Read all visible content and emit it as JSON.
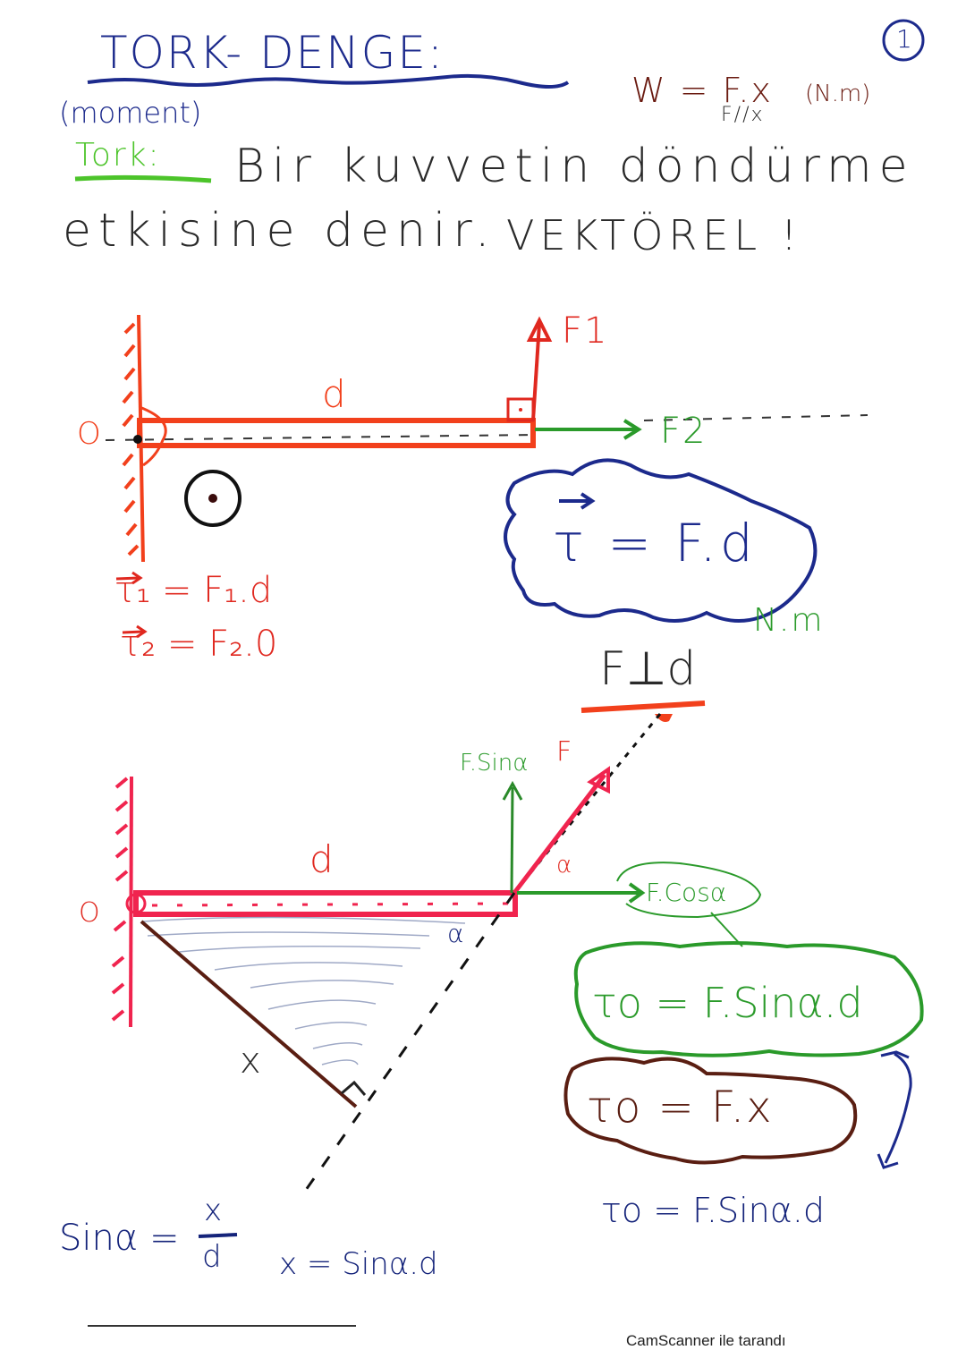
{
  "page": {
    "number": "1",
    "title": "TORK- DENGE:",
    "subtitle": "(moment)",
    "work_formula": {
      "lhs": "W = F.x",
      "unit": "(N.m)",
      "condition": "F//x"
    },
    "definition": {
      "term": "Tork:",
      "line1": "Bir kuvvetin döndürme",
      "line2": "etkisine denir.",
      "emphasis": "VEKTÖREL !"
    }
  },
  "diagram1": {
    "pivot_label": "O",
    "length_label": "d",
    "force1_label": "F1",
    "force2_label": "F2",
    "rotation_symbol": "⊙",
    "eq1": "τ₁ = F₁.d",
    "eq2": "τ₂ = F₂.0",
    "main_formula": "τ = F.d",
    "unit": "N.m",
    "perp_note": "F⊥d"
  },
  "diagram2": {
    "pivot_label": "O",
    "length_label": "d",
    "force_label": "F",
    "vertical_component": "F.Sinα",
    "horizontal_component": "F.Cosα",
    "angle_label": "α",
    "lever_arm_label": "x",
    "formula_green": "τo = F.Sinα.d",
    "formula_brown": "τo = F.x",
    "formula_blue": "τo = F.Sinα.d",
    "sin_def_lhs": "Sinα =",
    "sin_def_num": "x",
    "sin_def_den": "d",
    "x_expr": "x = Sinα.d"
  },
  "footer": {
    "scanner_text": "CamScanner ile tarandı"
  }
}
